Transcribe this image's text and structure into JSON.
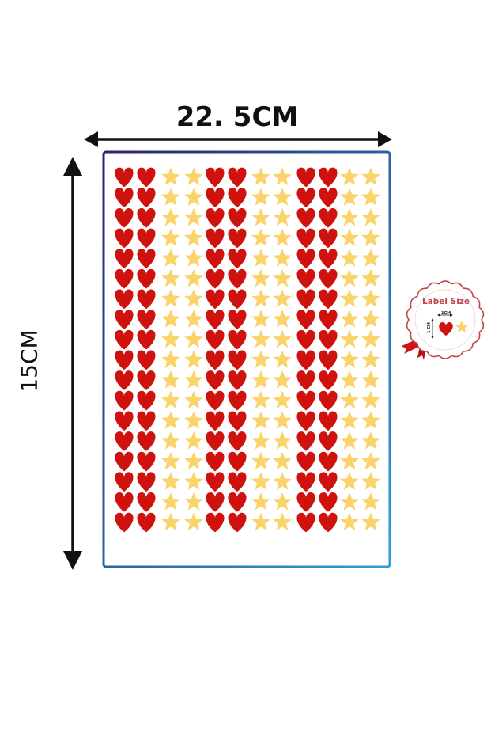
{
  "dimensions": {
    "width_label": "22. 5CM",
    "height_label": "15CM"
  },
  "sheet": {
    "rows": 18,
    "column_pattern": [
      "heart",
      "heart",
      "star",
      "star",
      "heart",
      "heart",
      "star",
      "star",
      "heart",
      "heart",
      "star",
      "star"
    ],
    "heart_color": "#d0120f",
    "star_color": "#fad36b",
    "border_color_start": "#2b2566",
    "border_color_end": "#2f9fd6"
  },
  "label_size_badge": {
    "title": "Label Size",
    "width_mark": "1CM",
    "height_mark": "1 CM",
    "ribbon_color": "#d0121b",
    "border_color": "#c0454a"
  }
}
